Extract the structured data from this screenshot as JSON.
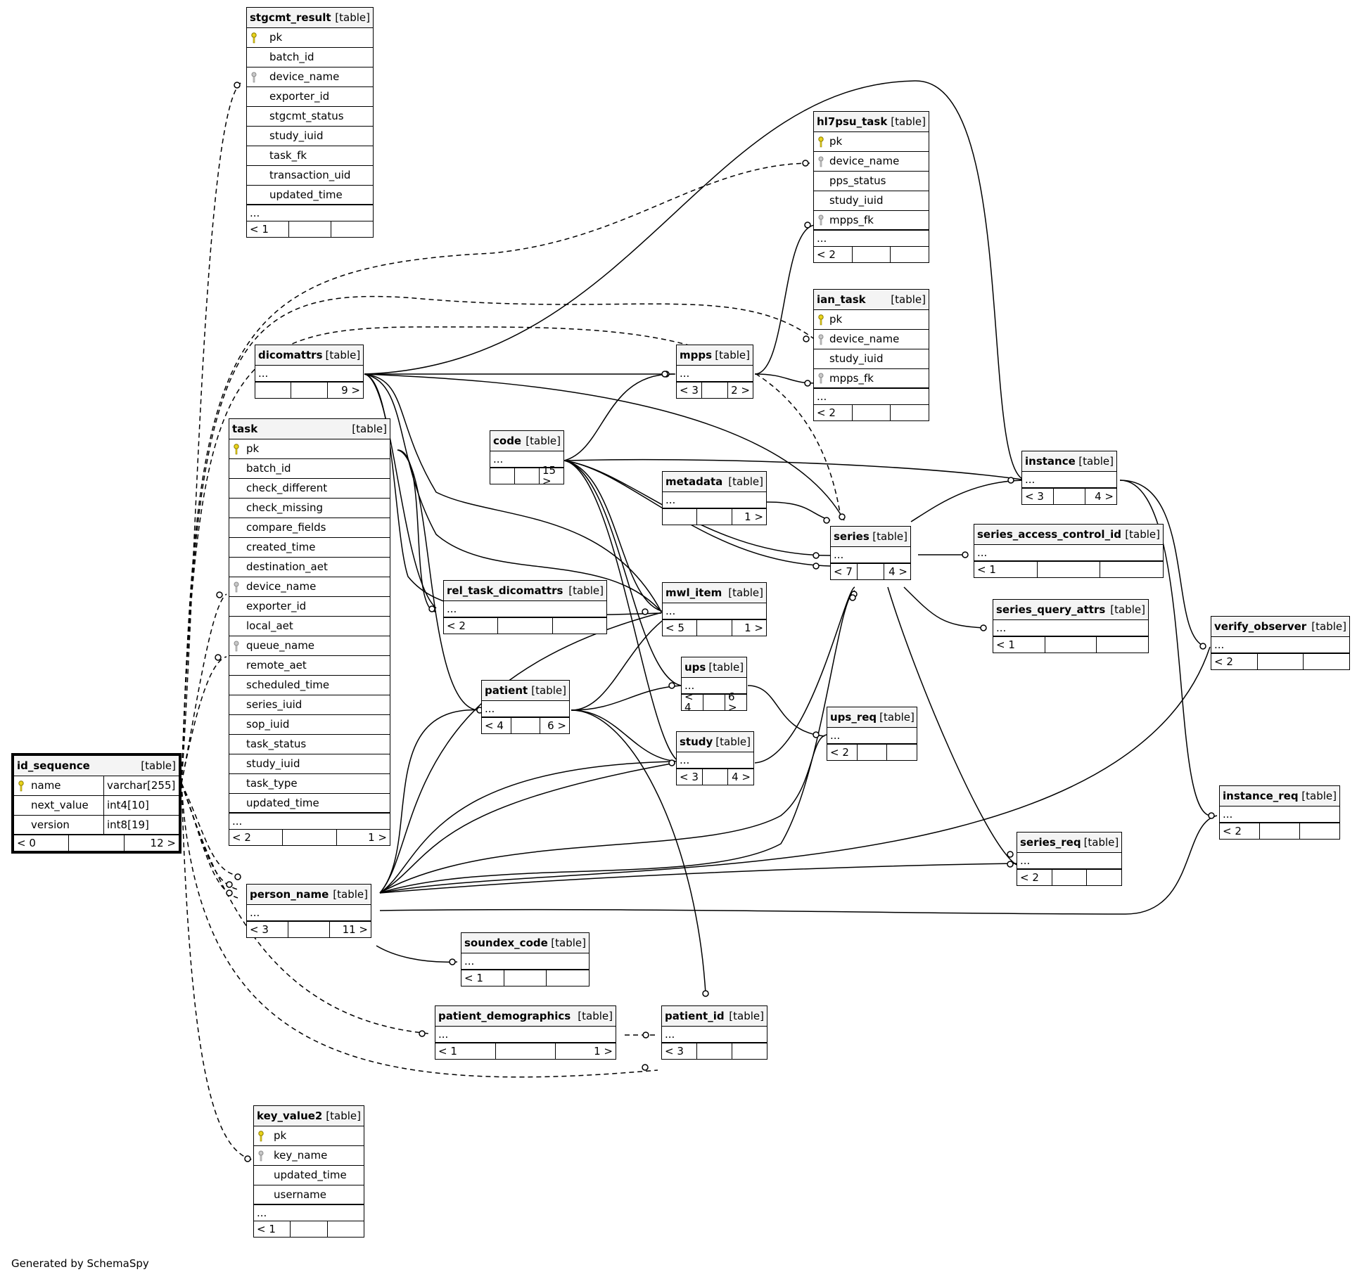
{
  "footer": "Generated by SchemaSpy",
  "tables": {
    "stgcmt_result": {
      "name": "stgcmt_result",
      "kind": "[table]",
      "columns": [
        {
          "name": "pk",
          "key": "primary"
        },
        {
          "name": "batch_id",
          "key": ""
        },
        {
          "name": "device_name",
          "key": "foreign"
        },
        {
          "name": "exporter_id",
          "key": ""
        },
        {
          "name": "stgcmt_status",
          "key": ""
        },
        {
          "name": "study_iuid",
          "key": ""
        },
        {
          "name": "task_fk",
          "key": ""
        },
        {
          "name": "transaction_uid",
          "key": ""
        },
        {
          "name": "updated_time",
          "key": ""
        }
      ],
      "more": "...",
      "footer": [
        "< 1",
        "",
        ""
      ]
    },
    "hl7psu_task": {
      "name": "hl7psu_task",
      "kind": "[table]",
      "columns": [
        {
          "name": "pk",
          "key": "primary"
        },
        {
          "name": "device_name",
          "key": "foreign"
        },
        {
          "name": "pps_status",
          "key": ""
        },
        {
          "name": "study_iuid",
          "key": ""
        },
        {
          "name": "mpps_fk",
          "key": "foreign"
        }
      ],
      "more": "...",
      "footer": [
        "< 2",
        "",
        ""
      ]
    },
    "ian_task": {
      "name": "ian_task",
      "kind": "[table]",
      "columns": [
        {
          "name": "pk",
          "key": "primary"
        },
        {
          "name": "device_name",
          "key": "foreign"
        },
        {
          "name": "study_iuid",
          "key": ""
        },
        {
          "name": "mpps_fk",
          "key": "foreign"
        }
      ],
      "more": "...",
      "footer": [
        "< 2",
        "",
        ""
      ]
    },
    "dicomattrs": {
      "name": "dicomattrs",
      "kind": "[table]",
      "columns": [],
      "more": "...",
      "footer": [
        "",
        "",
        "9 >"
      ]
    },
    "mpps": {
      "name": "mpps",
      "kind": "[table]",
      "columns": [],
      "more": "...",
      "footer": [
        "< 3",
        "",
        "2 >"
      ]
    },
    "task": {
      "name": "task",
      "kind": "[table]",
      "columns": [
        {
          "name": "pk",
          "key": "primary"
        },
        {
          "name": "batch_id",
          "key": ""
        },
        {
          "name": "check_different",
          "key": ""
        },
        {
          "name": "check_missing",
          "key": ""
        },
        {
          "name": "compare_fields",
          "key": ""
        },
        {
          "name": "created_time",
          "key": ""
        },
        {
          "name": "destination_aet",
          "key": ""
        },
        {
          "name": "device_name",
          "key": "foreign"
        },
        {
          "name": "exporter_id",
          "key": ""
        },
        {
          "name": "local_aet",
          "key": ""
        },
        {
          "name": "queue_name",
          "key": "foreign"
        },
        {
          "name": "remote_aet",
          "key": ""
        },
        {
          "name": "scheduled_time",
          "key": ""
        },
        {
          "name": "series_iuid",
          "key": ""
        },
        {
          "name": "sop_iuid",
          "key": ""
        },
        {
          "name": "task_status",
          "key": ""
        },
        {
          "name": "study_iuid",
          "key": ""
        },
        {
          "name": "task_type",
          "key": ""
        },
        {
          "name": "updated_time",
          "key": ""
        }
      ],
      "more": "...",
      "footer": [
        "< 2",
        "",
        "1 >"
      ]
    },
    "code": {
      "name": "code",
      "kind": "[table]",
      "columns": [],
      "more": "...",
      "footer": [
        "",
        "",
        "15 >"
      ]
    },
    "metadata": {
      "name": "metadata",
      "kind": "[table]",
      "columns": [],
      "more": "...",
      "footer": [
        "",
        "",
        "1 >"
      ]
    },
    "instance": {
      "name": "instance",
      "kind": "[table]",
      "columns": [],
      "more": "...",
      "footer": [
        "< 3",
        "",
        "4 >"
      ]
    },
    "series": {
      "name": "series",
      "kind": "[table]",
      "columns": [],
      "more": "...",
      "footer": [
        "< 7",
        "",
        "4 >"
      ]
    },
    "series_access_control_id": {
      "name": "series_access_control_id",
      "kind": "[table]",
      "columns": [],
      "more": "...",
      "footer": [
        "< 1",
        "",
        ""
      ]
    },
    "rel_task_dicomattrs": {
      "name": "rel_task_dicomattrs",
      "kind": "[table]",
      "columns": [],
      "more": "...",
      "footer": [
        "< 2",
        "",
        ""
      ]
    },
    "mwl_item": {
      "name": "mwl_item",
      "kind": "[table]",
      "columns": [],
      "more": "...",
      "footer": [
        "< 5",
        "",
        "1 >"
      ]
    },
    "series_query_attrs": {
      "name": "series_query_attrs",
      "kind": "[table]",
      "columns": [],
      "more": "...",
      "footer": [
        "< 1",
        "",
        ""
      ]
    },
    "verify_observer": {
      "name": "verify_observer",
      "kind": "[table]",
      "columns": [],
      "more": "...",
      "footer": [
        "< 2",
        "",
        ""
      ]
    },
    "ups": {
      "name": "ups",
      "kind": "[table]",
      "columns": [],
      "more": "...",
      "footer": [
        "< 4",
        "",
        "6 >"
      ]
    },
    "patient": {
      "name": "patient",
      "kind": "[table]",
      "columns": [],
      "more": "...",
      "footer": [
        "< 4",
        "",
        "6 >"
      ]
    },
    "ups_req": {
      "name": "ups_req",
      "kind": "[table]",
      "columns": [],
      "more": "...",
      "footer": [
        "< 2",
        "",
        ""
      ]
    },
    "study": {
      "name": "study",
      "kind": "[table]",
      "columns": [],
      "more": "...",
      "footer": [
        "< 3",
        "",
        "4 >"
      ]
    },
    "id_sequence": {
      "name": "id_sequence",
      "kind": "[table]",
      "columns": [
        {
          "name": "name",
          "key": "primary",
          "type": "varchar[255]"
        },
        {
          "name": "next_value",
          "key": "",
          "type": "int4[10]"
        },
        {
          "name": "version",
          "key": "",
          "type": "int8[19]"
        }
      ],
      "more": "",
      "footer": [
        "< 0",
        "",
        "12 >"
      ]
    },
    "instance_req": {
      "name": "instance_req",
      "kind": "[table]",
      "columns": [],
      "more": "...",
      "footer": [
        "< 2",
        "",
        ""
      ]
    },
    "series_req": {
      "name": "series_req",
      "kind": "[table]",
      "columns": [],
      "more": "...",
      "footer": [
        "< 2",
        "",
        ""
      ]
    },
    "person_name": {
      "name": "person_name",
      "kind": "[table]",
      "columns": [],
      "more": "...",
      "footer": [
        "< 3",
        "",
        "11 >"
      ]
    },
    "soundex_code": {
      "name": "soundex_code",
      "kind": "[table]",
      "columns": [],
      "more": "...",
      "footer": [
        "< 1",
        "",
        ""
      ]
    },
    "patient_demographics": {
      "name": "patient_demographics",
      "kind": "[table]",
      "columns": [],
      "more": "...",
      "footer": [
        "< 1",
        "",
        "1 >"
      ]
    },
    "patient_id": {
      "name": "patient_id",
      "kind": "[table]",
      "columns": [],
      "more": "...",
      "footer": [
        "< 3",
        "",
        ""
      ]
    },
    "key_value2": {
      "name": "key_value2",
      "kind": "[table]",
      "columns": [
        {
          "name": "pk",
          "key": "primary"
        },
        {
          "name": "key_name",
          "key": "foreign"
        },
        {
          "name": "updated_time",
          "key": ""
        },
        {
          "name": "username",
          "key": ""
        }
      ],
      "more": "...",
      "footer": [
        "< 1",
        "",
        ""
      ]
    }
  }
}
